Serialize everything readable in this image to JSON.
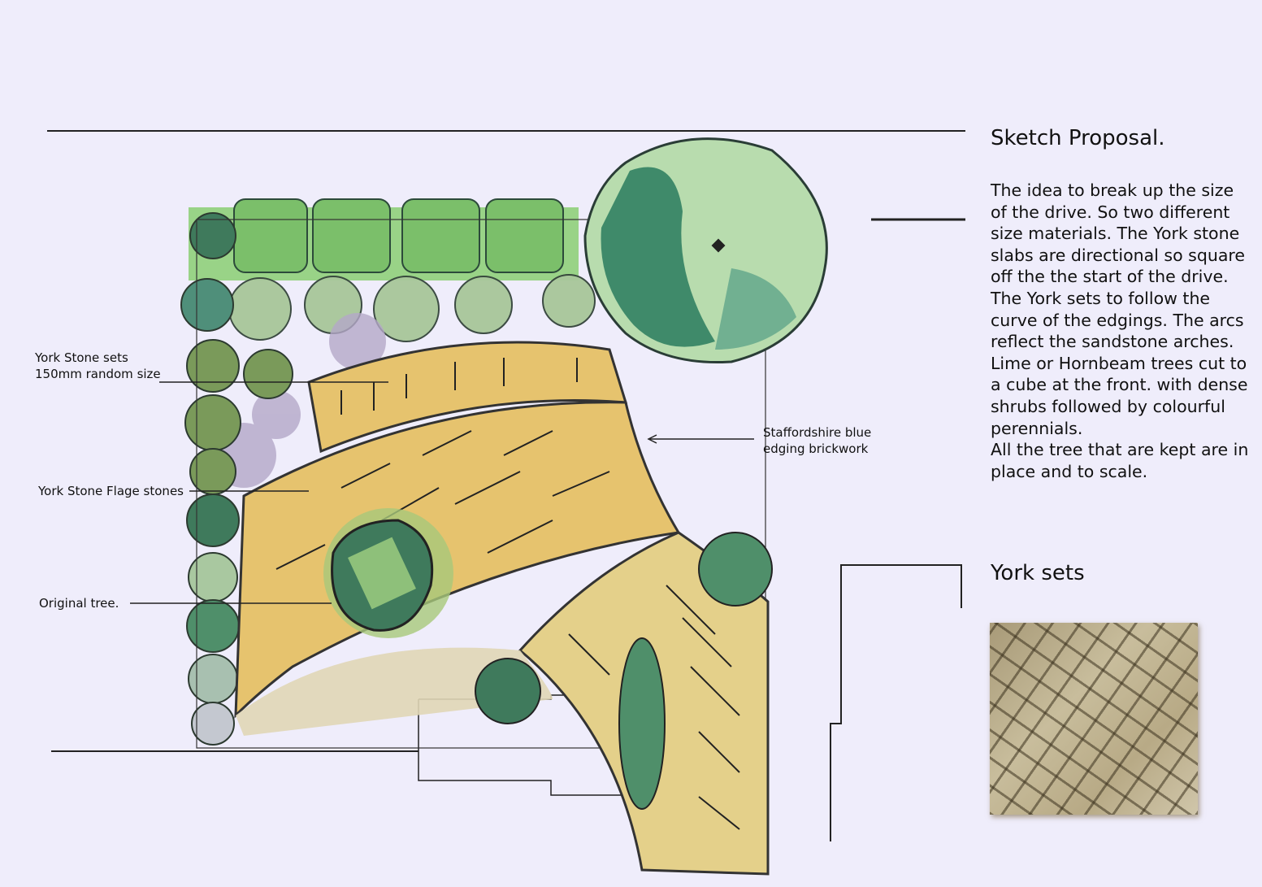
{
  "labels": {
    "york_sets_line1": "York Stone sets",
    "york_sets_line2": "150mm random size",
    "flag_stones": "York Stone Flage stones",
    "original_tree": "Original tree.",
    "edging_line1": "Staffordshire blue",
    "edging_line2": "edging brickwork"
  },
  "panel": {
    "title": "Sketch Proposal.",
    "description_lines": [
      "The idea to break up the size",
      "of the drive. So two different",
      "size materials. The York stone",
      "slabs are directional so square",
      "off the the start of the drive.",
      "The York sets to follow the",
      "curve of the edgings. The arcs",
      "reflect the sandstone arches.",
      "Lime or Hornbeam trees cut to",
      "a cube at the front. with dense",
      "shrubs followed by colourful",
      "perennials.",
      "All the tree that are kept are in",
      "place and to scale."
    ],
    "sets_title": "York sets"
  },
  "colors": {
    "background": "#efedfb",
    "paving": "#e6c36e",
    "foliage_dark": "#3f7a5c",
    "foliage_light": "#9fd08a",
    "edging": "#333333"
  }
}
